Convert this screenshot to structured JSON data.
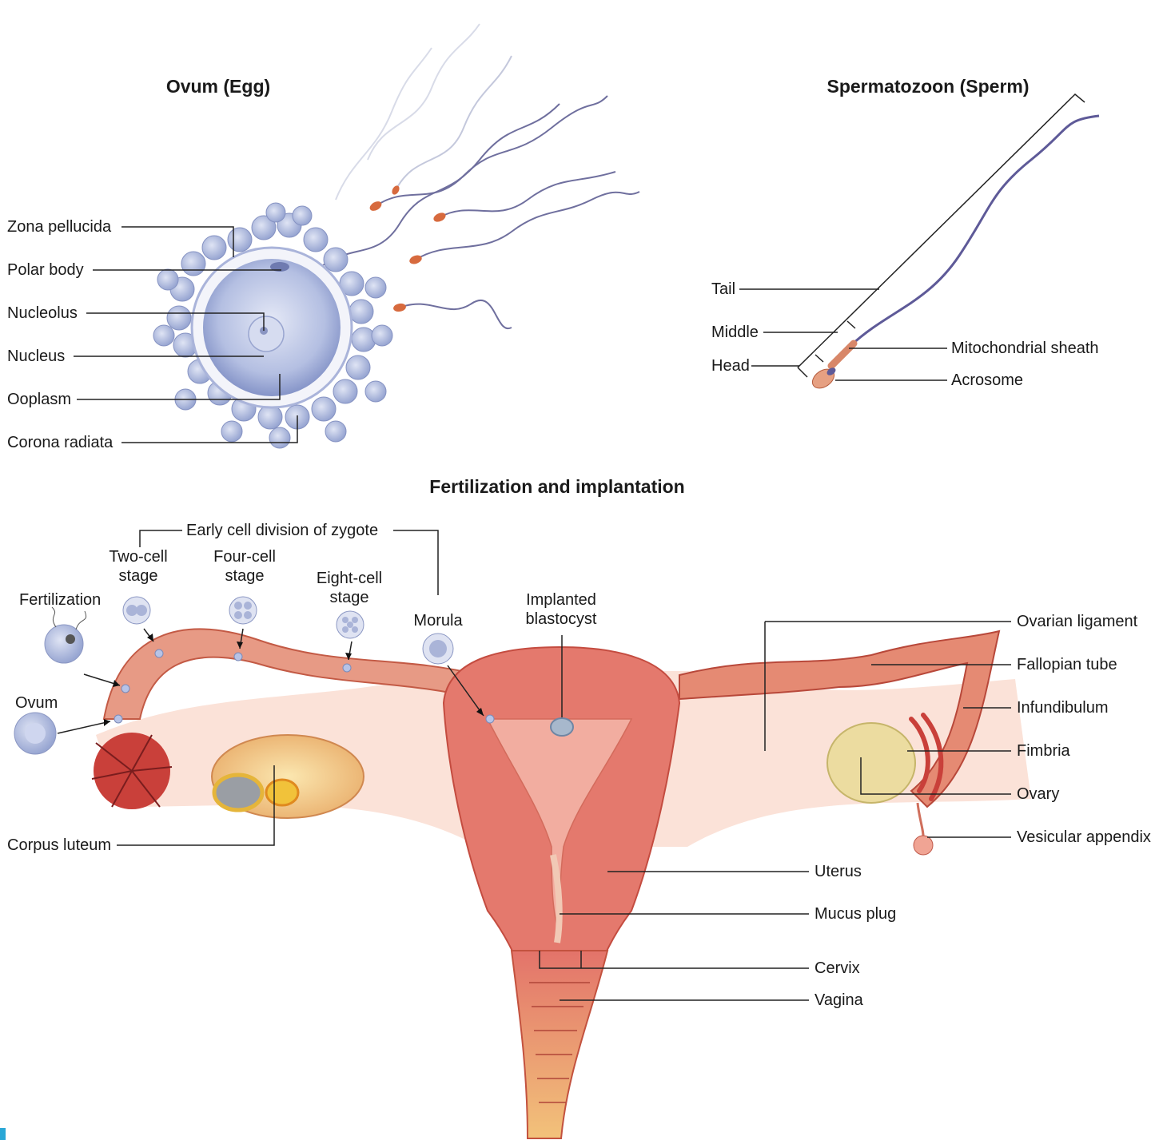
{
  "titles": {
    "ovum": "Ovum (Egg)",
    "sperm": "Spermatozoon (Sperm)",
    "fertilization": "Fertilization and implantation"
  },
  "ovum_labels": {
    "zona_pellucida": "Zona pellucida",
    "polar_body": "Polar body",
    "nucleolus": "Nucleolus",
    "nucleus": "Nucleus",
    "ooplasm": "Ooplasm",
    "corona_radiata": "Corona radiata"
  },
  "sperm_labels": {
    "tail": "Tail",
    "middle": "Middle",
    "head": "Head",
    "mitochondrial_sheath": "Mitochondrial sheath",
    "acrosome": "Acrosome"
  },
  "stages": {
    "early_division": "Early cell division of zygote",
    "two_cell": [
      "Two-cell",
      "stage"
    ],
    "four_cell": [
      "Four-cell",
      "stage"
    ],
    "eight_cell": [
      "Eight-cell",
      "stage"
    ],
    "fertilization": "Fertilization",
    "ovum": "Ovum",
    "morula": "Morula",
    "implanted": [
      "Implanted",
      "blastocyst"
    ],
    "corpus_luteum": "Corpus luteum"
  },
  "anatomy_labels": {
    "ovarian_ligament": "Ovarian ligament",
    "fallopian_tube": "Fallopian tube",
    "infundibulum": "Infundibulum",
    "fimbria": "Fimbria",
    "ovary": "Ovary",
    "vesicular_appendix": "Vesicular appendix",
    "uterus": "Uterus",
    "mucus_plug": "Mucus plug",
    "cervix": "Cervix",
    "vagina": "Vagina"
  },
  "colors": {
    "tissue": "#e8826e",
    "tissue_dark": "#c8493a",
    "ovum_blue": "#9aaad6",
    "accent_tab": "#2aa7d6"
  }
}
